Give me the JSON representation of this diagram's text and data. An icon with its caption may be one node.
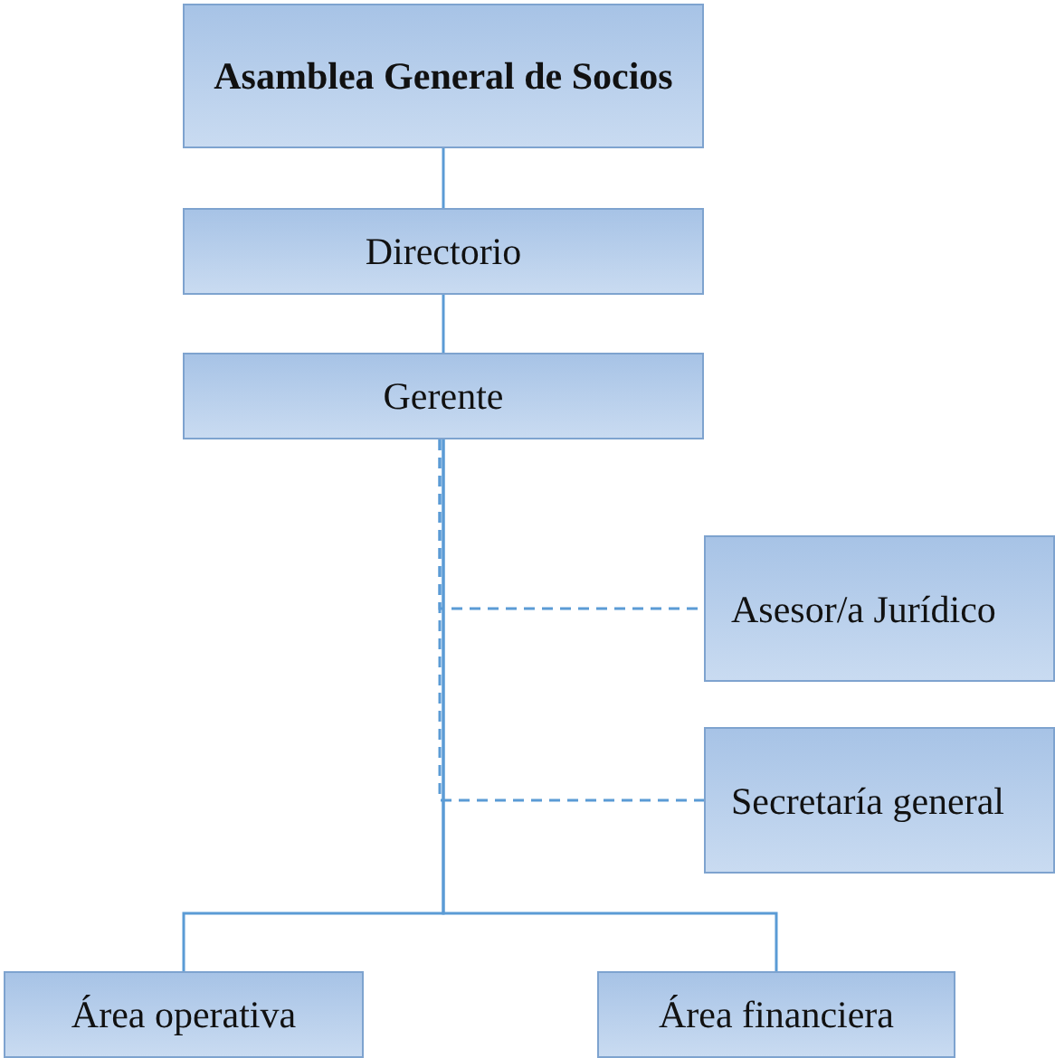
{
  "diagram": {
    "nodes": [
      {
        "text": [
          "Asamblea General de Socios"
        ]
      },
      {
        "text": [
          "Directorio"
        ]
      },
      {
        "text": [
          "Gerente"
        ]
      },
      {
        "text": [
          "Asesor/a Jurídico"
        ]
      },
      {
        "text": [
          "Secretaría general"
        ]
      },
      {
        "text": [
          "Área operativa"
        ]
      },
      {
        "text": [
          "Área financiera"
        ]
      }
    ],
    "edges": [
      {
        "from": 0,
        "to": 1,
        "arrow": "none"
      },
      {
        "from": 1,
        "to": 2,
        "arrow": "none"
      },
      {
        "from": 2,
        "to": 3,
        "arrow": "none",
        "style": "dashed"
      },
      {
        "from": 2,
        "to": 4,
        "arrow": "none",
        "style": "dashed"
      },
      {
        "from": 2,
        "to": 5,
        "arrow": "none"
      },
      {
        "from": 2,
        "to": 6,
        "arrow": "none"
      }
    ]
  }
}
